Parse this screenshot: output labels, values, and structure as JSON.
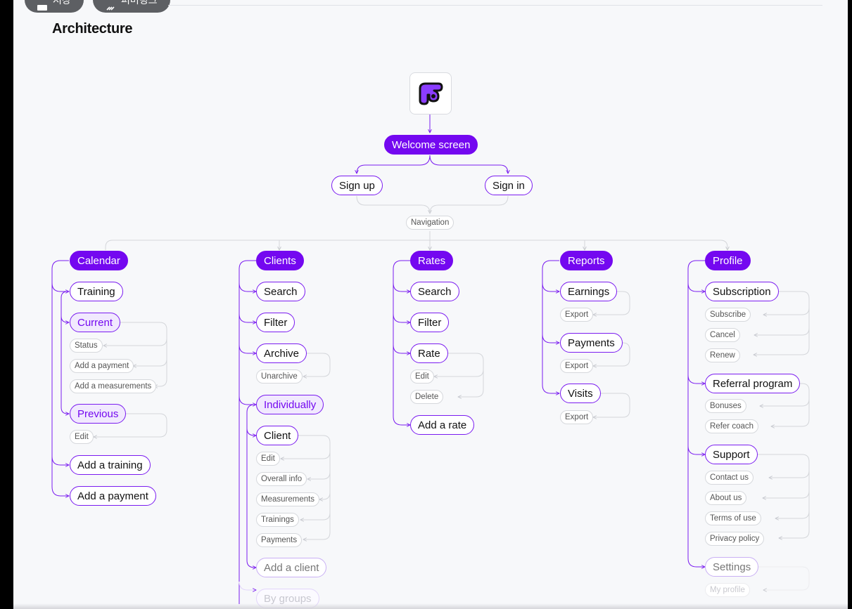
{
  "toolbar": {
    "save_label": "저장",
    "share_label": "퍼머링크"
  },
  "page_title": "Architecture",
  "colors": {
    "accent": "#7408f0",
    "accent_light": "#f1e9fe",
    "chip_border": "#d6d8dc",
    "connector_gray": "#d4d6da"
  },
  "nodes": {
    "welcome": "Welcome screen",
    "sign_up": "Sign up",
    "sign_in": "Sign in",
    "navigation": "Navigation"
  },
  "calendar": {
    "title": "Calendar",
    "training": "Training",
    "current": "Current",
    "current_items": [
      "Status",
      "Add a payment",
      "Add a measurements"
    ],
    "previous": "Previous",
    "previous_items": [
      "Edit"
    ],
    "add_training": "Add a training",
    "add_payment": "Add a payment"
  },
  "clients": {
    "title": "Clients",
    "search": "Search",
    "filter": "Filter",
    "archive": "Archive",
    "archive_items": [
      "Unarchive"
    ],
    "individually": "Individually",
    "client": "Client",
    "client_items": [
      "Edit",
      "Overall info",
      "Measurements",
      "Trainings",
      "Payments"
    ],
    "add_client": "Add a client",
    "by_groups": "By groups"
  },
  "rates": {
    "title": "Rates",
    "search": "Search",
    "filter": "Filter",
    "rate": "Rate",
    "rate_items": [
      "Edit",
      "Delete"
    ],
    "add_rate": "Add a rate"
  },
  "reports": {
    "title": "Reports",
    "earnings": "Earnings",
    "earnings_items": [
      "Export"
    ],
    "payments": "Payments",
    "payments_items": [
      "Export"
    ],
    "visits": "Visits",
    "visits_items": [
      "Export"
    ]
  },
  "profile": {
    "title": "Profile",
    "subscription": "Subscription",
    "subscription_items": [
      "Subscribe",
      "Cancel",
      "Renew"
    ],
    "referral": "Referral program",
    "referral_items": [
      "Bonuses",
      "Refer coach"
    ],
    "support": "Support",
    "support_items": [
      "Contact us",
      "About us",
      "Terms of use",
      "Privacy policy"
    ],
    "settings": "Settings",
    "settings_items": [
      "My profile"
    ]
  }
}
